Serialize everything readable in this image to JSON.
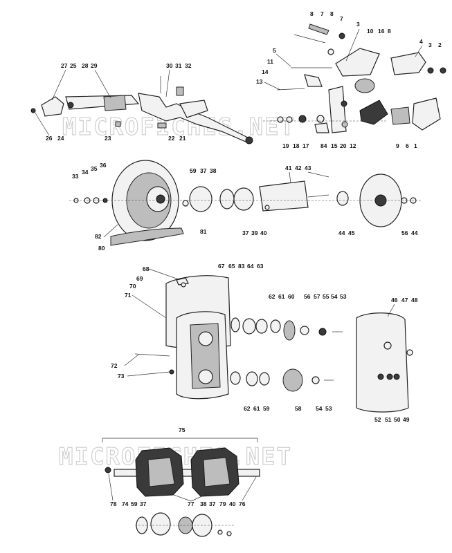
{
  "watermark": "MICROFICHES.NET",
  "callouts": {
    "g1": [
      "8",
      "7",
      "8",
      "7",
      "3",
      "10",
      "16",
      "8",
      "4",
      "3",
      "2",
      "5",
      "11",
      "14",
      "13",
      "19",
      "18",
      "17",
      "84",
      "15",
      "20",
      "12",
      "9",
      "6",
      "1"
    ],
    "g2": [
      "27",
      "25",
      "28",
      "29",
      "30",
      "31",
      "32",
      "26",
      "24",
      "23",
      "22",
      "21"
    ],
    "g3": [
      "33",
      "34",
      "35",
      "36",
      "59",
      "37",
      "38",
      "41",
      "42",
      "43",
      "82",
      "80",
      "81",
      "37",
      "39",
      "40",
      "44",
      "45",
      "56",
      "44"
    ],
    "g4": [
      "68",
      "69",
      "70",
      "71",
      "67",
      "65",
      "83",
      "64",
      "63",
      "62",
      "61",
      "60",
      "56",
      "57",
      "55",
      "54",
      "53",
      "46",
      "47",
      "48",
      "72",
      "73",
      "62",
      "61",
      "59",
      "58",
      "54",
      "53",
      "52",
      "51",
      "50",
      "49"
    ],
    "g5": [
      "75",
      "78",
      "74",
      "59",
      "37",
      "77",
      "38",
      "37",
      "79",
      "40",
      "76"
    ]
  }
}
